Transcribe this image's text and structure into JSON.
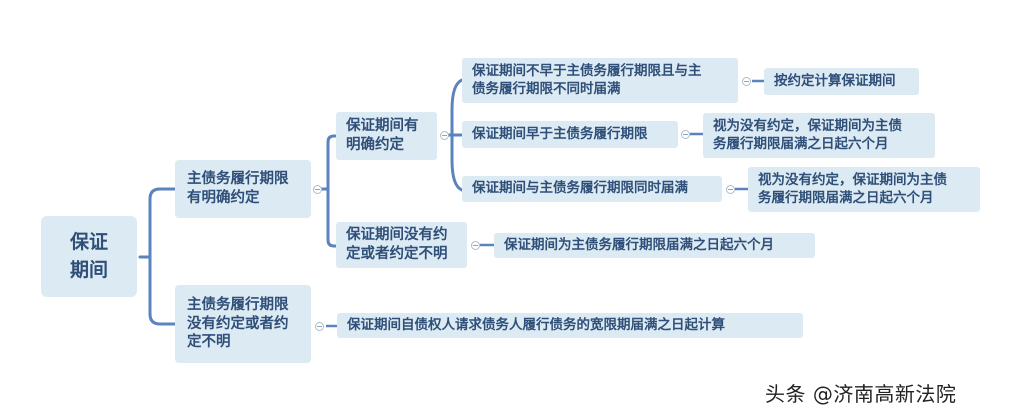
{
  "mindmap": {
    "root": {
      "label": "保证\n期间",
      "line1": "保证",
      "line2": "期间"
    },
    "branches": [
      {
        "label": "主债务履行期限有明确约定",
        "line1": "主债务履行期限",
        "line2": "有明确约定",
        "children": [
          {
            "label": "保证期间有明确约定",
            "line1": "保证期间有",
            "line2": "明确约定",
            "children": [
              {
                "label": "保证期间不早于主债务履行期限且与主债务履行期限不同时届满",
                "line1": "保证期间不早于主债务履行期限且与主",
                "line2": "债务履行期限不同时届满",
                "result": {
                  "label": "按约定计算保证期间"
                }
              },
              {
                "label": "保证期间早于主债务履行期限",
                "result": {
                  "label": "视为没有约定，保证期间为主债务履行期限届满之日起六个月",
                  "line1": "视为没有约定，保证期间为主债",
                  "line2": "务履行期限届满之日起六个月"
                }
              },
              {
                "label": "保证期间与主债务履行期限同时届满",
                "result": {
                  "label": "视为没有约定，保证期间为主债务履行期限届满之日起六个月",
                  "line1": "视为没有约定，保证期间为主债",
                  "line2": "务履行期限届满之日起六个月"
                }
              }
            ]
          },
          {
            "label": "保证期间没有约定或者约定不明",
            "line1": "保证期间没有约",
            "line2": "定或者约定不明",
            "result": {
              "label": "保证期间为主债务履行期限届满之日起六个月"
            }
          }
        ]
      },
      {
        "label": "主债务履行期限没有约定或者约定不明",
        "line1": "主债务履行期限",
        "line2": "没有约定或者约",
        "line3": "定不明",
        "result": {
          "label": "保证期间自债权人请求债务人履行债务的宽限期届满之日起计算"
        }
      }
    ]
  },
  "colors": {
    "node_fill": "#dcebf3",
    "node_text": "#2f4f79",
    "connector": "#5b83bd"
  },
  "watermark": "头条 @济南高新法院"
}
